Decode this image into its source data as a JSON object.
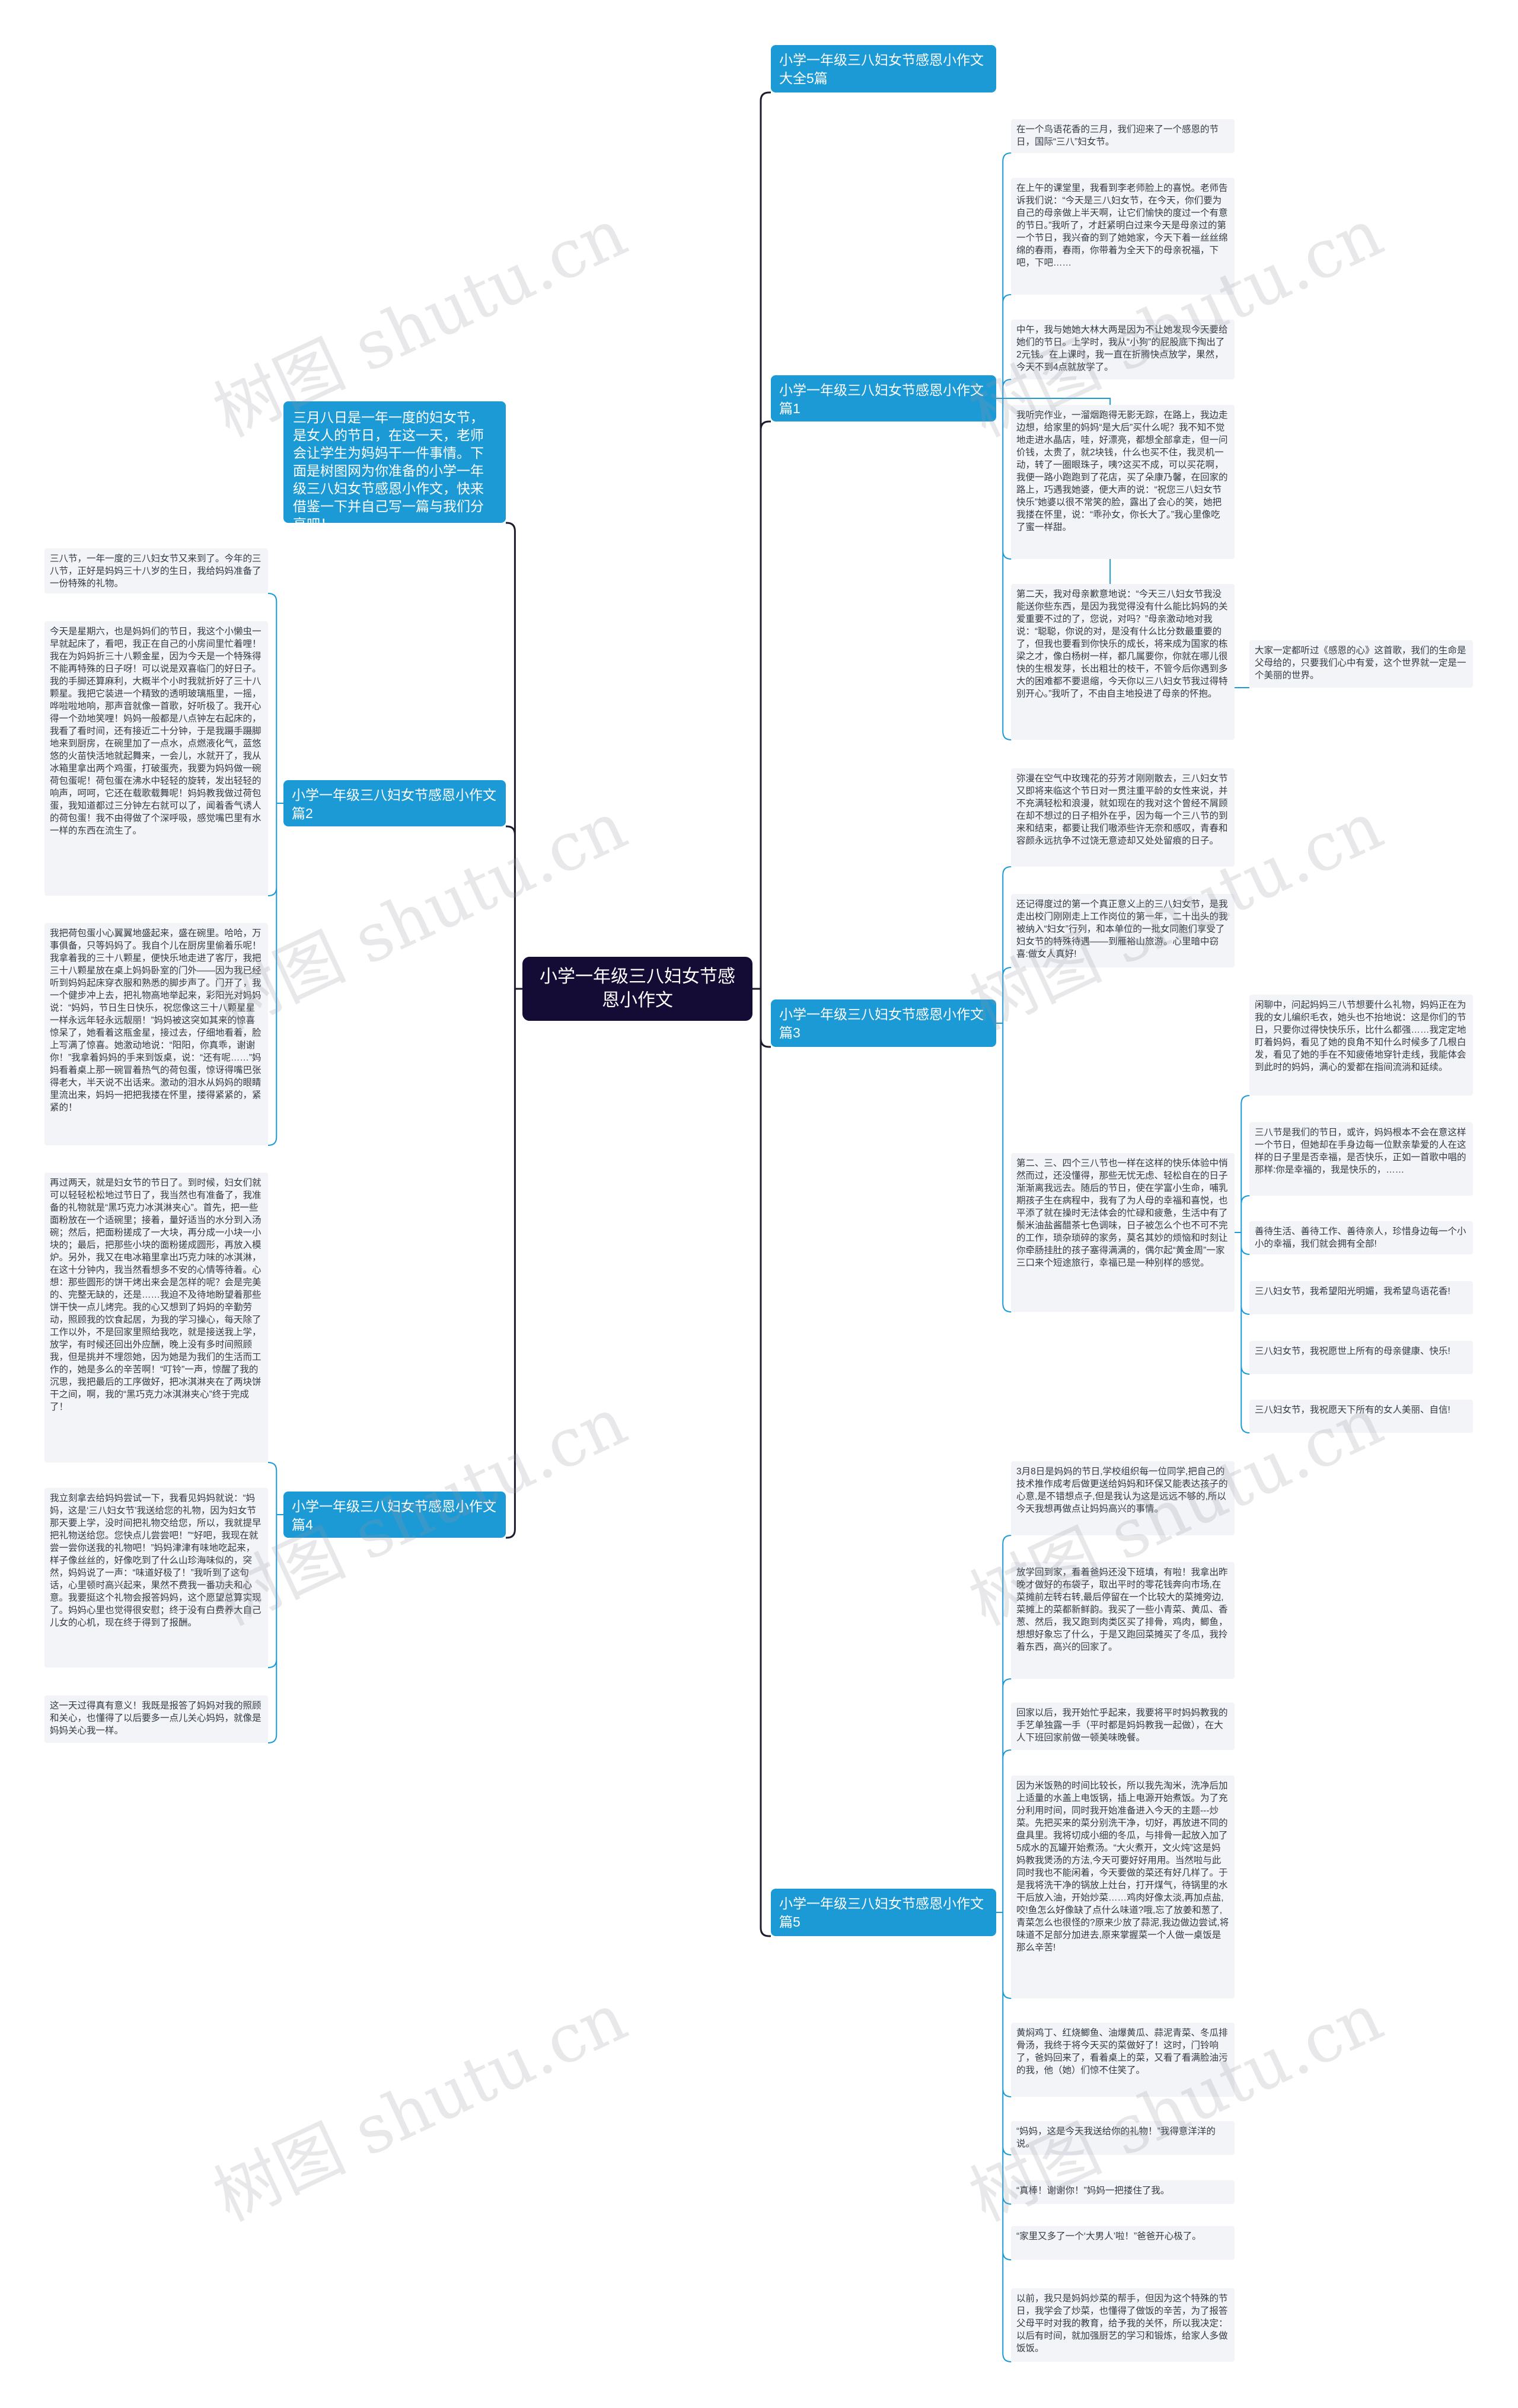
{
  "root": "小学一年级三八妇女节感恩小作文",
  "intro": "三月八日是一年一度的妇女节，是女人的节日，在这一天，老师会让学生为妈妈干一件事情。下面是树图网为你准备的小学一年级三八妇女节感恩小作文，快来借鉴一下并自己写一篇与我们分享吧！",
  "watermark": "树图 shutu.cn",
  "branches": {
    "b0": "小学一年级三八妇女节感恩小作文大全5篇",
    "b1": "小学一年级三八妇女节感恩小作文篇1",
    "b2": "小学一年级三八妇女节感恩小作文篇2",
    "b3": "小学一年级三八妇女节感恩小作文篇3",
    "b4": "小学一年级三八妇女节感恩小作文篇4",
    "b5": "小学一年级三八妇女节感恩小作文篇5"
  },
  "leaves": {
    "p1_1": "在一个鸟语花香的三月，我们迎来了一个感恩的节日，国际“三八”妇女节。",
    "p1_2": "在上午的课堂里，我看到李老师脸上的喜悦。老师告诉我们说：“今天是三八妇女节，在今天，你们要为自己的母亲做上半天啊，让它们愉快的度过一个有意的节日。”我听了，才赶紧明白过来今天是母亲过的第一个节日，我兴奋的到了她她家，今天下着一丝丝绵绵的春雨，春雨，你带着为全天下的母亲祝福，下吧，下吧……",
    "p1_3": "中午，我与她她大林大两是因为不让她发现今天要给她们的节日。上学时，我从“小狗”的屁股底下掏出了2元钱。在上课时，我一直在折腾快点放学，果然，今天不到4点就放学了。",
    "p1_4": "我听完作业，一溜烟跑得无影无踪，在路上，我边走边想，给家里的妈妈“是大后”买什么呢？我不知不觉地走进水晶店，哇，好漂亮，都想全部拿走，但一问价钱，太贵了，就2块钱，什么也买不住，我灵机一动，转了一圈眼珠子，咦?这买不成，可以买花啊，我便一路小跑跑到了花店，买了朵康乃馨，在回家的路上，巧遇我她婆，便大声的说：“祝您三八妇女节快乐”她婆以很不常笑的脸，露出了会心的笑，她把我搂在怀里，说：“乖孙女，你长大了。”我心里像吃了蜜一样甜。",
    "p1_5": "第二天，我对母亲歉意地说：“今天三八妇女节我没能送你些东西，是因为我觉得没有什么能比妈妈的关爱重要不过的了，您说，对吗？”母亲激动地对我说：“聪聪，你说的对，是没有什么比分数最重要的了，但我也要看到你快乐的成长，将来成为国家的栋梁之才，像白杨树一样，都几属要你，你就在哪儿很快的生根发芽，长出粗壮的枝干，不管今后你遇到多大的困难都不要退缩，今天你以三八妇女节我过得特别开心。”我听了，不由自主地投进了母亲的怀抱。",
    "p1_6": "大家一定都听过《感恩的心》这首歌，我们的生命是父母给的，只要我们心中有爱，这个世界就一定是一个美丽的世界。",
    "p2_1": "三八节，一年一度的三八妇女节又来到了。今年的三八节，正好是妈妈三十八岁的生日，我给妈妈准备了一份特殊的礼物。",
    "p2_2": "今天是星期六，也是妈妈们的节日，我这个小懒虫一早就起床了，看吧，我正在自己的小房间里忙着哩！我在为妈妈折三十八颗金星，因为今天是一个特殊得不能再特殊的日子呀！可以说是双喜临门的好日子。我的手脚还算麻利，大概半个小时我就折好了三十八颗星。我把它装进一个精致的透明玻璃瓶里，一摇，哗啦啦地响，那声音就像一首歌，好听极了。我开心得一个劲地笑哩！妈妈一般都是八点钟左右起床的，我看了看时间，还有接近二十分钟，于是我蹑手蹑脚地来到厨房，在碗里加了一点水，点燃液化气，蓝悠悠的火苗快活地就起舞来，一会儿，水就开了，我从冰箱里拿出两个鸡蛋，打破蛋壳，我要为妈妈做一碗荷包蛋呢！荷包蛋在沸水中轻轻的旋转，发出轻轻的响声，呵呵，它还在载歌载舞呢！妈妈教我做过荷包蛋，我知道都过三分钟左右就可以了，闻着香气诱人的荷包蛋！我不由得做了个深呼吸，感觉嘴巴里有水一样的东西在流生了。",
    "p2_3": "我把荷包蛋小心翼翼地盛起来，盛在碗里。哈哈，万事俱备，只等妈妈了。我自个儿在厨房里偷着乐呢！我拿着我的三十八颗星，便快乐地走进了客厅，我把三十八颗星放在桌上妈妈卧室的门外——因为我已经听到妈妈起床穿衣服和熟悉的脚步声了。门开了，我一个健步冲上去，把礼物高地举起来，彩阳光对妈妈说：“妈妈，节日生日快乐，祝您像这三十八颗星星一样永远年轻永远靓丽！”妈妈被这突如其来的惊喜惊呆了，她看着这瓶金星，接过去，仔细地看着，脸上写满了惊喜。她激动地说：“阳阳，你真乖，谢谢你！”我拿着妈妈的手来到饭桌，说：“还有呢……”妈妈看着桌上那一碗冒着热气的荷包蛋，惊讶得嘴巴张得老大，半天说不出话来。激动的泪水从妈妈的眼睛里流出来，妈妈一把把我搂在怀里，搂得紧紧的，紧紧的！",
    "p3_1": "弥漫在空气中玫瑰花的芬芳才刚刚散去，三八妇女节又即将来临这个节日对一贯注重平龄的女性来说，并不充满轻松和浪漫，就如现在的我对这个曾经不屑顾在却不想过的日子相外在乎，因为每一个三八节的到来和结束，都要让我们嗷添些许无奈和感叹，青春和容颜永远抗争不过饶无意迹却又处处留痕的日子。",
    "p3_2": "还记得度过的第一个真正意义上的三八妇女节，是我走出校门刚刚走上工作岗位的第一年，二十出头的我被纳入“妇女”行列，和本单位的一批女同胞们享受了妇女节的特殊待遇——到雁裕山旅游。心里暗中窃喜:做女人真好!",
    "p3_3": "第二、三、四个三八节也一样在这样的快乐体验中悄然而过，还没懂得，那些无忧无虑、轻松自在的日子渐渐离我远去。随后的节日，使在学富小生命，哺乳期孩子生在病程中，我有了为人母的幸福和喜悦，也平添了就在操时无法体会的忙碌和疲惫，生活中有了鬃米油盐酱醋茶七色调味，日子被怎么个也不可不完的工作，琐杂琐碎的家务，莫名其妙的烦恼和时刻让你牵肠挂肚的孩子塞得满满的，偶尔起“黄金周”一家三口来个短途旅行，幸福已是一种别样的感觉。",
    "p3_4": "闲聊中，问起妈妈三八节想要什么礼物，妈妈正在为我的女儿编织毛衣，她头也不抬地说：这是你们的节日，只要你过得快快乐乐，比什么都强……我定定地盯着妈妈，看见了她的良角不知什么时候多了几根白发，看见了她的手在不知疲倦地穿针走线，我能体会到此时的妈妈，满心的爱都在指间流淌和延续。",
    "p3_5": "三八节是我们的节日，或许，妈妈根本不会在意这样一个节日，但她却在手身边每一位默亲挚爱的人在这样的日子里是否幸福，是否快乐，正如一首歌中唱的那样:你是幸福的，我是快乐的，……",
    "p3_6": "善待生活、善待工作、善待亲人，珍惜身边每一个小小的幸福，我们就会拥有全部!",
    "p3_7": "三八妇女节，我希望阳光明媚，我希望鸟语花香!",
    "p3_8": "三八妇女节，我祝愿世上所有的母亲健康、快乐!",
    "p3_9": "三八妇女节，我祝愿天下所有的女人美丽、自信!",
    "p4_1": "再过两天，就是妇女节的节日了。到时候，妇女们就可以轻轻松松地过节日了，我当然也有准备了，我准备的礼物就是“黑巧克力冰淇淋夹心”。首先，把一些面粉放在一个适碗里；接着，量好适当的水分到入汤碗；然后，把面粉搓成了一大块，再分成一小块一小块的；最后，把那些小块的面粉搓成圆形，再放入模炉。另外，我又在电冰箱里拿出巧克力味的冰淇淋，在这十分钟内，我当然看想多不安的心情等待着。心想：那些圆形的饼干烤出来会是怎样的呢？会是完美的、完整无缺的，还是……我迫不及待地盼望着那些饼干快一点儿烤完。我的心又想到了妈妈的辛勤劳动，照顾我的饮食起居，为我的学习操心，每天除了工作以外，不是回家里照给我吃，就是接送我上学，放学，有时候还回出外应酬，晚上没有多时间照顾我，但是挑并不埋怨她，因为她是为我们的生活而工作的，她是多么的辛苦啊！“叮铃”一声，惊醒了我的沉思，我把最后的工序做好，把冰淇淋夹在了两块饼干之间，啊，我的“黑巧克力冰淇淋夹心”终于完成了！",
    "p4_2": "我立刻拿去给妈妈尝试一下，我看见妈妈就说：“妈妈，这是‘三八妇女节’我送给您的礼物，因为妇女节那天要上学，没时间把礼物交给您，所以，我就提早把礼物送给您。您快点儿尝尝吧！”“好吧，我现在就尝一尝你送我的礼物吧！”妈妈津津有味地吃起来，样子像丝丝的，好像吃到了什么山珍海味似的，突然，妈妈说了一声：“味道好极了！”我听到了这句话，心里顿时高兴起来，果然不费我一番功夫和心意。我要挺这个礼物会报答妈妈，这个愿望总算实现了。妈妈心里也觉得很安慰；终于没有白费养大自己儿女的心机，现在终于得到了报酬。",
    "p4_3": "这一天过得真有意义！我既是报答了妈妈对我的照顾和关心，也懂得了以后要多一点儿关心妈妈，就像是妈妈关心我一样。",
    "p5_1": "3月8日是妈妈的节日,学校组织每一位同学,把自己的技术推作成考后做更送给妈妈和环保又能表达孩子的心意,是不错想点子,但是我认为这是远远不够的,所以今天我想再做点让妈妈高兴的事情。",
    "p5_2": "放学回到家，看着爸妈还没下班填，有啦！我拿出昨晚才做好的布袋子，取出平时的零花钱奔向市场,在菜摊前左转右转,最后停留在一个比较大的菜摊旁边,菜摊上的菜都新鲜韵。我买了一些小青菜、黄瓜、香葱、然后，我又跑到肉类区买了排骨，鸡肉，鲫鱼，想想好象忘了什么，于是又跑回菜摊买了冬瓜，我拎着东西，高兴的回家了。",
    "p5_3": "回家以后，我开始忙乎起来，我要将平时妈妈教我的手艺单独露一手（平时都是妈妈教我一起做），在大人下班回家前做一顿美味晚餐。",
    "p5_4": "因为米饭熟的时间比较长，所以我先淘米，洗净后加上适量的水盖上电饭锅，插上电源开始煮饭。为了充分利用时间，同时我开始准备进入今天的主题---炒菜。先把买来的菜分别洗干净，切好，再放进不同的盘具里。我将切成小细的冬瓜，与排骨一起放入加了5成水的瓦罐开始煮汤。“大火煮开，文火炖”这是妈妈教我煲汤的方法,今天可要好好用用。当然啦与此同时我也不能闲着，今天要做的菜还有好几样了。于是我将洗干净的锅放上灶台，打开煤气，待锅里的水干后放入油，开始炒菜……鸡肉好像太淡,再加点盐,咬!鱼怎么好像缺了点什么味道?哦,忘了放姜和葱了,青菜怎么也很怪的?原来少放了蒜泥,我边做边尝试,将味道不足部分加进去,原来掌握菜一个人做一桌饭是那么辛苦!",
    "p5_5": "黄焖鸡丁、红烧鲫鱼、油爆黄瓜、蒜泥青菜、冬瓜排骨汤，我终于将今天买的菜做好了！这时，门铃响了，爸妈回来了，看着桌上的菜，又看了看满脸油污的我，他（她）们惊不住笑了。",
    "p5_6": "“妈妈，这是今天我送给你的礼物！”我得意洋洋的说。",
    "p5_7": "“真棒！谢谢你！”妈妈一把搂住了我。",
    "p5_8": "“家里又多了一个‘大男人’啦！”爸爸开心极了。",
    "p5_9": "以前，我只是妈妈炒菜的帮手，但因为这个特殊的节日，我学会了炒菜，也懂得了做饭的辛苦，为了报答父母平时对我的教育，给予我的关怀，所以我决定：以后有时间，就加强厨艺的学习和锻炼，给家人多做饭饭。"
  }
}
